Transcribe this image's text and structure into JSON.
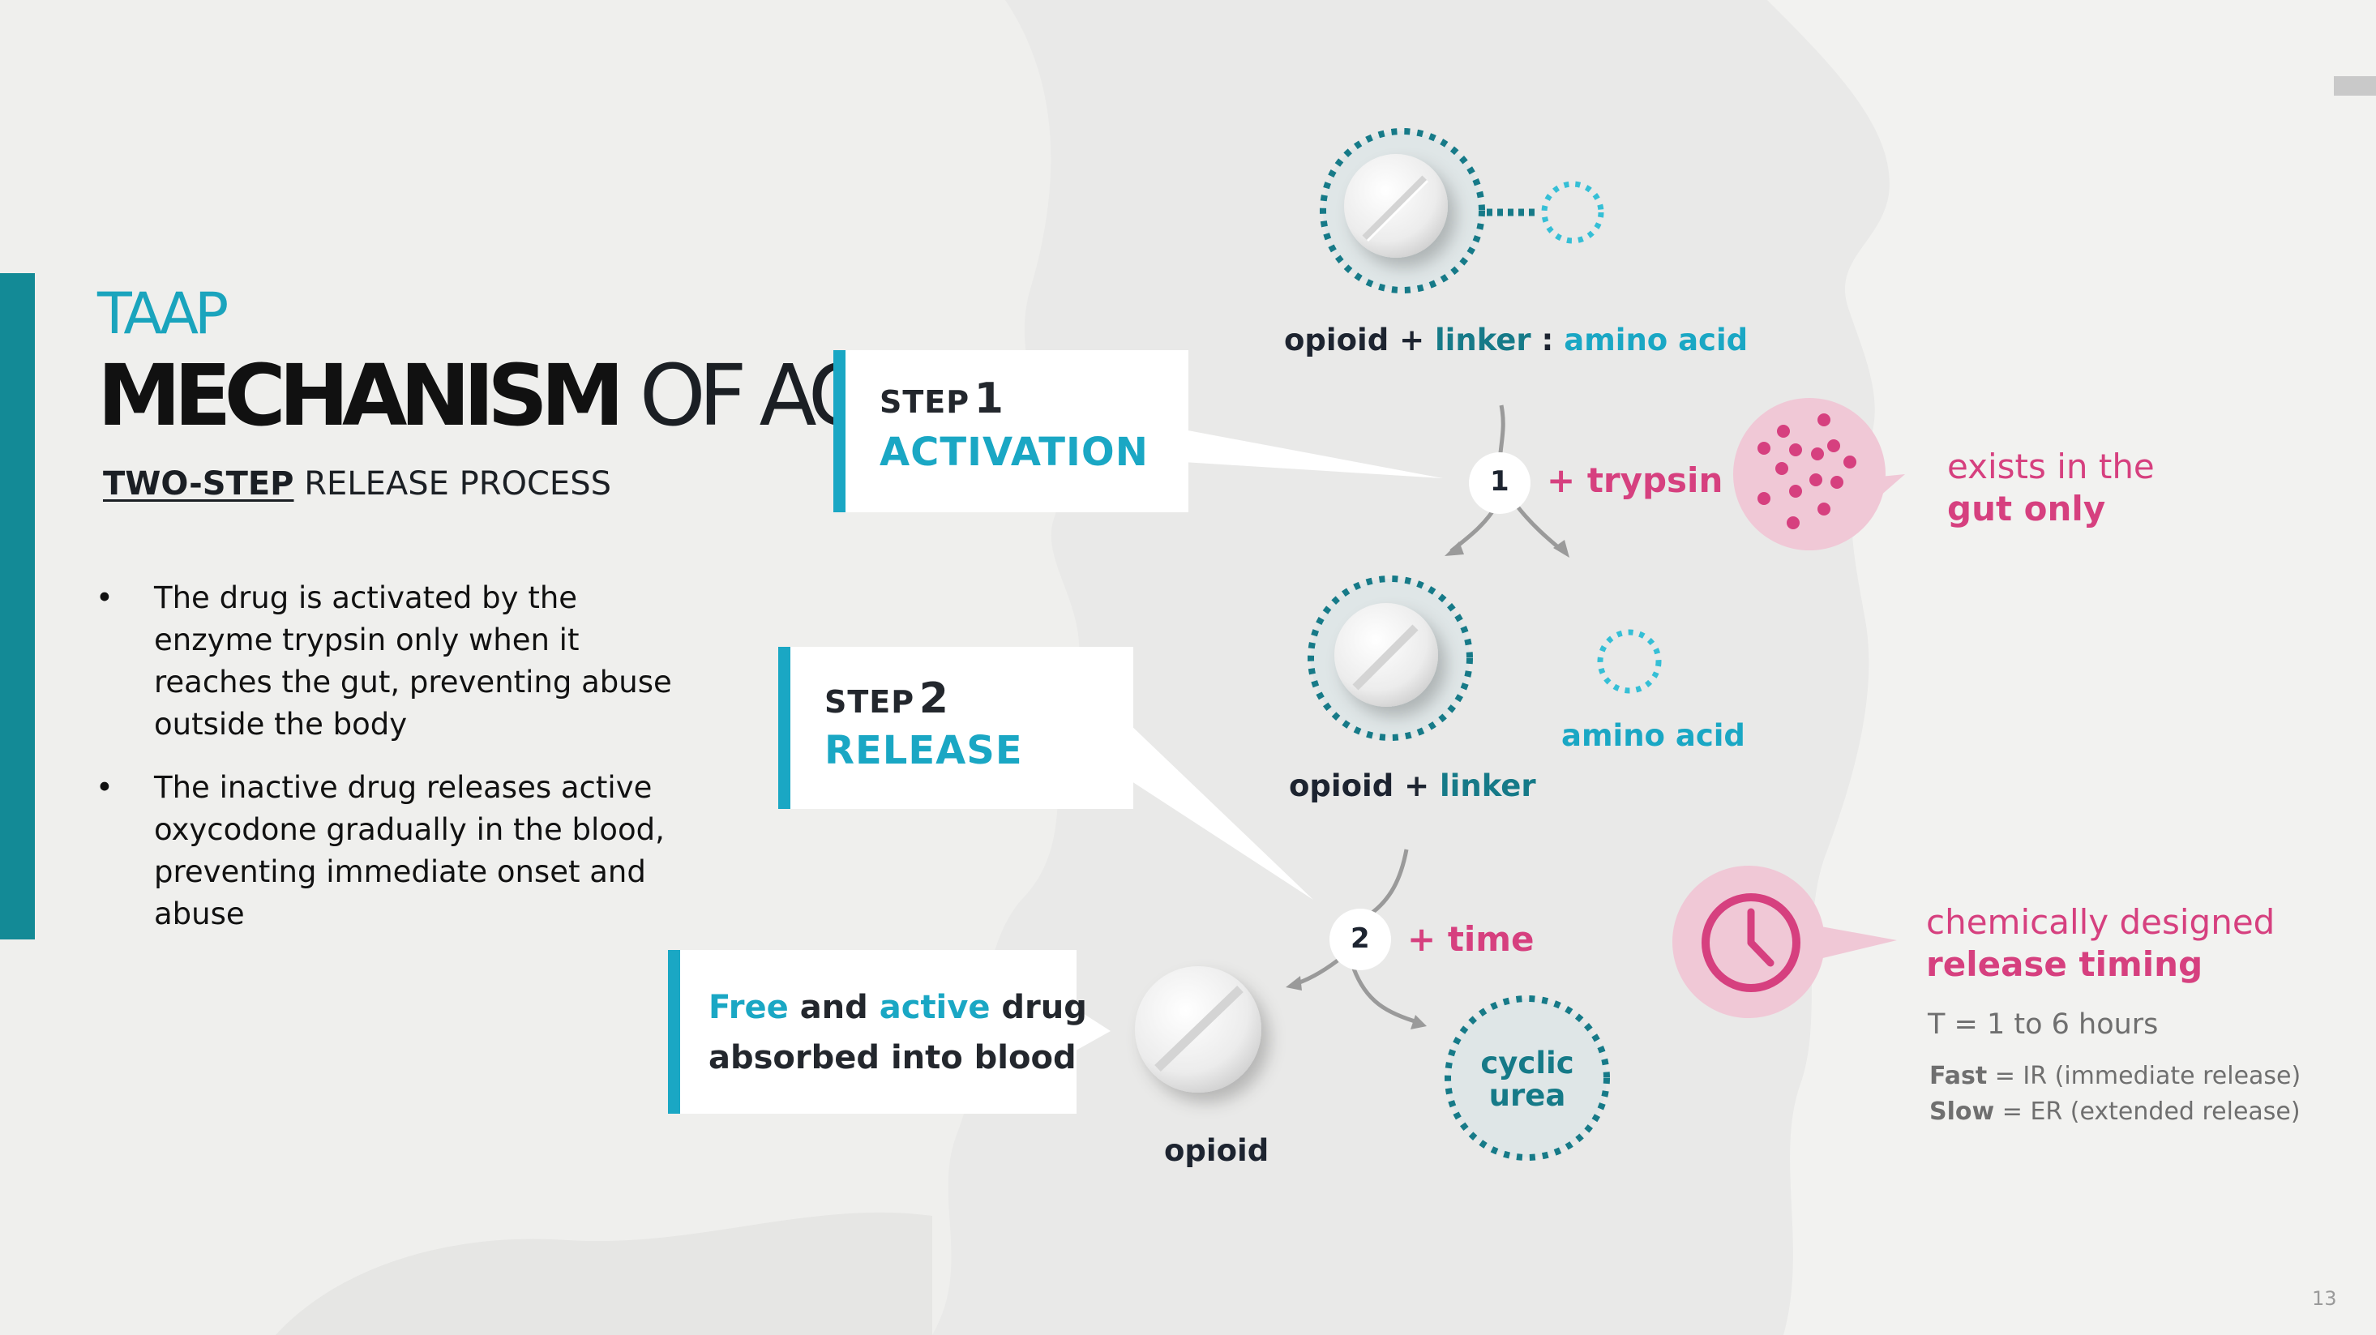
{
  "slide": {
    "brand": "TAAP",
    "title_bold": "MECHANISM",
    "title_rest": "OF ACTION",
    "subtitle_underlined": "TWO-STEP",
    "subtitle_rest": "RELEASE PROCESS",
    "bullet_symbol": "•",
    "bullets": [
      "The drug is activated by the enzyme trypsin only when it reaches the gut, preventing abuse outside the body",
      "The inactive drug releases active oxycodone gradually in the blood, preventing immediate onset and abuse"
    ],
    "page_number": "13"
  },
  "steps": {
    "step1": {
      "word": "STEP",
      "number": "1",
      "title": "ACTIVATION"
    },
    "step2": {
      "word": "STEP",
      "number": "2",
      "title": "RELEASE"
    },
    "final": {
      "free": "Free",
      "and": "and",
      "active": "active",
      "drug": "drug",
      "line2": "absorbed into blood"
    }
  },
  "diagram": {
    "top_label": {
      "opioid": "opioid",
      "plus": "+",
      "linker": "linker",
      "colon": ":",
      "amino_acid": "amino acid"
    },
    "node1": {
      "number": "1",
      "agent": "+ trypsin"
    },
    "gut_note": {
      "line1": "exists in the",
      "line2": "gut only"
    },
    "mid_label": {
      "opioid": "opioid",
      "plus": "+",
      "linker": "linker"
    },
    "amino_acid_label": "amino acid",
    "node2": {
      "number": "2",
      "agent": "+ time"
    },
    "opioid_label": "opioid",
    "cyclic_urea": {
      "line1": "cyclic",
      "line2": "urea"
    },
    "timing_note": {
      "line1": "chemically designed",
      "line2": "release timing"
    },
    "timing_range": "T = 1 to 6 hours",
    "fast": {
      "term": "Fast",
      "desc": "= IR (immediate release)"
    },
    "slow": {
      "term": "Slow",
      "desc": "= ER (extended release)"
    }
  },
  "colors": {
    "teal_accent": "#138a96",
    "teal_text": "#1aa7c4",
    "dark_teal": "#167a88",
    "magenta": "#d6407f",
    "pink_circle": "#f0c8d6"
  },
  "icons": [
    "pill-icon",
    "clock-icon",
    "enzyme-dots-icon"
  ]
}
